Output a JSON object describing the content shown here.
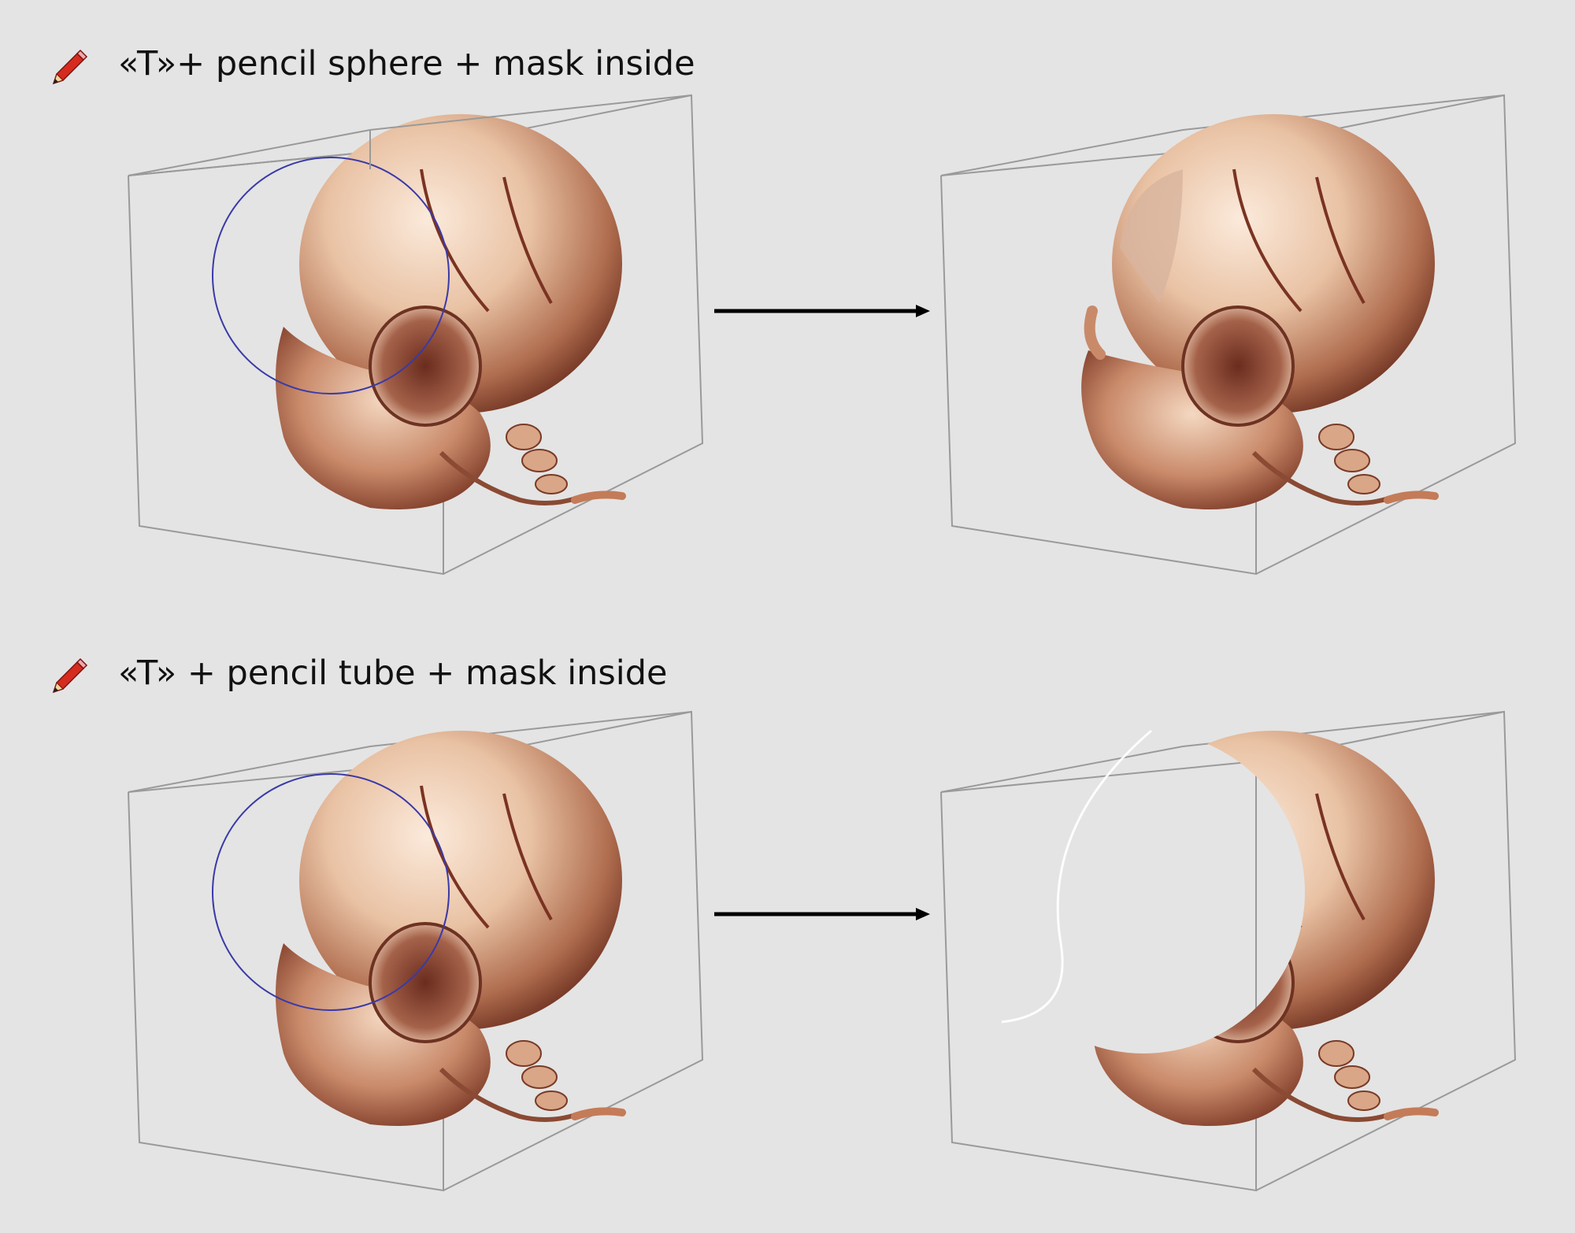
{
  "sections": [
    {
      "label": "«T»+ pencil sphere + mask inside",
      "icon": "pencil-icon",
      "tool_outline": "sphere",
      "result": "sphere-masked"
    },
    {
      "label": "«T» + pencil tube + mask inside",
      "icon": "pencil-icon",
      "tool_outline": "tube",
      "result": "tube-masked"
    }
  ],
  "colors": {
    "background": "#e4e4e4",
    "box_edge": "#9a9a9a",
    "tool_circle": "#3a3aa8",
    "bone_light": "#f6e2cf",
    "bone_dark": "#7a3a25",
    "arrow": "#000000"
  }
}
